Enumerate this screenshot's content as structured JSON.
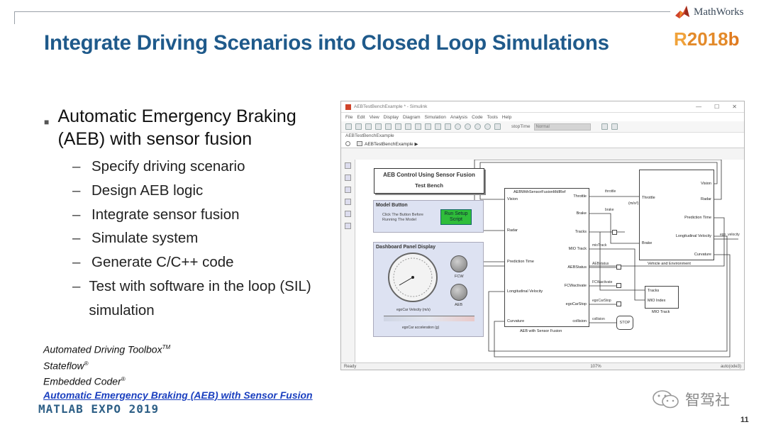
{
  "slide": {
    "title": "Integrate Driving Scenarios into Closed Loop Simulations",
    "logo_text": "MathWorks",
    "release_r": "R",
    "release_year": "2018",
    "release_b": "b",
    "footer_event": "MATLAB EXPO 2019",
    "watermark": "智驾社",
    "page_number": "11"
  },
  "bullets": {
    "marker": "■",
    "main": "Automatic Emergency Braking (AEB) with sensor fusion",
    "dash": "–",
    "items": [
      "Specify driving scenario",
      "Design AEB logic",
      "Integrate sensor fusion",
      "Simulate system",
      "Generate C/C++ code",
      "Test with software in the loop (SIL) simulation"
    ]
  },
  "references": {
    "toolbox": "Automated Driving Toolbox",
    "toolbox_sup": "TM",
    "stateflow": "Stateflow",
    "stateflow_sup": "®",
    "coder": "Embedded Coder",
    "coder_sup": "®",
    "link": "Automatic Emergency Braking (AEB) with Sensor Fusion"
  },
  "simulink": {
    "window_title": "AEBTestBenchExample * - Simulink",
    "window_buttons": [
      "—",
      "☐",
      "✕"
    ],
    "menu": [
      "File",
      "Edit",
      "View",
      "Display",
      "Diagram",
      "Simulation",
      "Analysis",
      "Code",
      "Tools",
      "Help"
    ],
    "stop_time_label": "stopTime",
    "stop_time_value": "Normal",
    "breadcrumb_top": "AEBTestBenchExample",
    "breadcrumb_model": "AEBTestBenchExample ▶",
    "status_left": "Ready",
    "status_zoom": "107%",
    "status_solver": "auto(ode3)",
    "annotation_title": "AEB Control Using Sensor Fusion",
    "annotation_subtitle": "Test Bench",
    "model_button_header": "Model Button",
    "model_button_text": "Click The Button Before Running The Model",
    "run_button": "Run Setup Script",
    "dashboard_header": "Dashboard Panel Display",
    "fcw_label": "FCW",
    "aeb_label": "AEB",
    "velocity_label": "egoCar Velocity (m/s)",
    "accel_label": "egoCar acceleration (g)",
    "aeb_block": {
      "ref": "AEBWithSensorFusionMdlRef",
      "inputs": [
        "Vision",
        "Radar",
        "Prediction Time",
        "Longitudinal Velocity",
        "Curvature"
      ],
      "outputs": [
        "Throttle",
        "Brake",
        "Tracks",
        "MIO Track",
        "AEBStatus",
        "FCWactivate",
        "egoCarStop",
        "collision"
      ],
      "name": "AEB with Sensor Fusion"
    },
    "signals": [
      "throttle",
      "brake",
      "mioTrack",
      "AEBstatus",
      "FCWactivate",
      "egoCarStop",
      "collision"
    ],
    "vehicle_block": {
      "inputs": [
        "Throttle",
        "Brake"
      ],
      "outputs": [
        "Vision",
        "Radar",
        "Prediction Time",
        "Longitudinal Velocity",
        "Curvature"
      ],
      "name": "Vehicle and Environment",
      "unit": "(m/s²)",
      "ego_velocity": "ego_velocity"
    },
    "mio_block": {
      "inputs": [
        "Tracks",
        "MIO Index"
      ],
      "name": "MIO Track"
    },
    "stop_label": "STOP"
  }
}
